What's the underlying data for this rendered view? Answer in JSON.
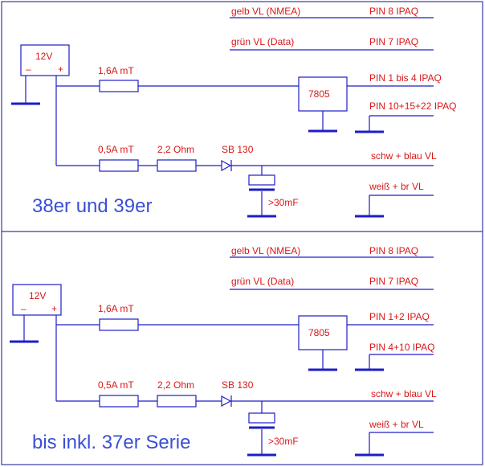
{
  "panels": [
    {
      "title": "38er und 39er",
      "source_label": "12V",
      "minus": "–",
      "plus": "+",
      "fuse1": "1,6A mT",
      "fuse2": "0,5A mT",
      "resistor": "2,2 Ohm",
      "diode": "SB 130",
      "regulator": "7805",
      "capacitor": ">30mF",
      "out_nmea": "gelb VL (NMEA)",
      "out_data": "grün VL (Data)",
      "pin_nmea": "PIN 8 IPAQ",
      "pin_data": "PIN 7 IPAQ",
      "pin_5v": "PIN 1 bis 4 IPAQ",
      "pin_gnd": "PIN 10+15+22 IPAQ",
      "out_plus": "schw + blau VL",
      "out_gnd": "weiß + br VL"
    },
    {
      "title": "bis inkl. 37er Serie",
      "source_label": "12V",
      "minus": "–",
      "plus": "+",
      "fuse1": "1,6A mT",
      "fuse2": "0,5A mT",
      "resistor": "2,2 Ohm",
      "diode": "SB 130",
      "regulator": "7805",
      "capacitor": ">30mF",
      "out_nmea": "gelb VL (NMEA)",
      "out_data": "grün VL (Data)",
      "pin_nmea": "PIN 8 IPAQ",
      "pin_data": "PIN 7 IPAQ",
      "pin_5v": "PIN 1+2 IPAQ",
      "pin_gnd": "PIN 4+10 IPAQ",
      "out_plus": "schw + blau VL",
      "out_gnd": "weiß + br VL"
    }
  ]
}
